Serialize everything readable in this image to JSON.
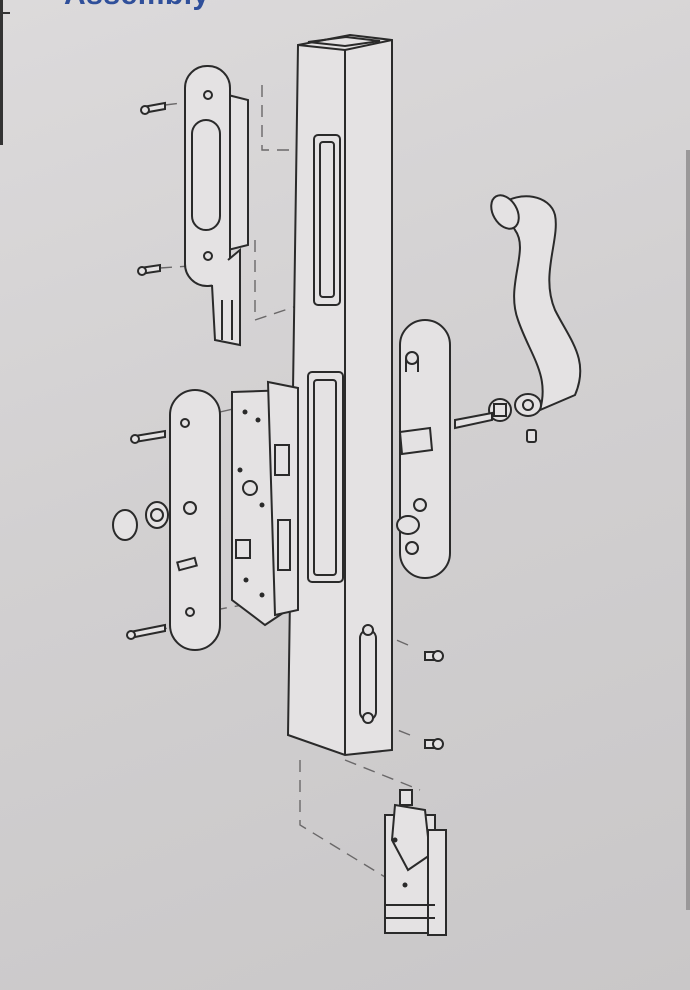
{
  "document": {
    "heading": "Assembly",
    "heading_color": "#2f4f9a"
  },
  "diagram": {
    "type": "exploded-view",
    "parts": [
      "door-profile",
      "cylinder-plate",
      "lever-handle",
      "outer-escutcheon",
      "inner-escutcheon",
      "lock-body",
      "strike-plate",
      "screws",
      "rosette"
    ]
  }
}
